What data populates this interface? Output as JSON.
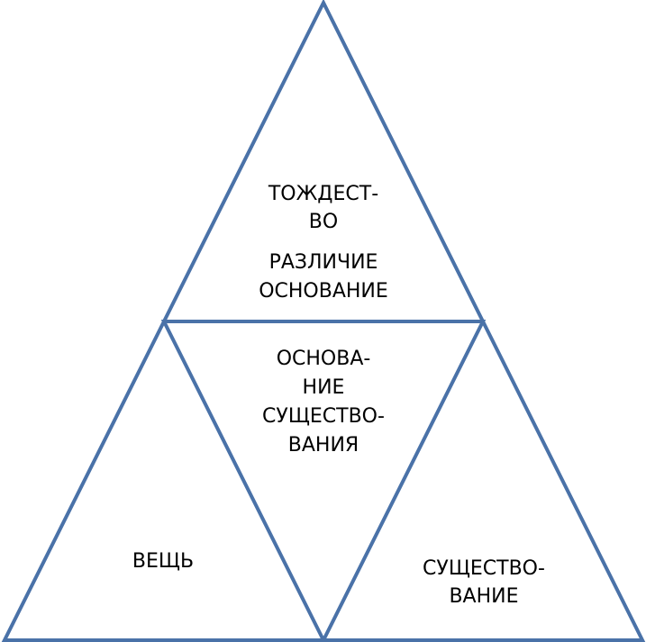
{
  "colors": {
    "edge": "#4a72a8",
    "text": "#000000",
    "background": "#ffffff"
  },
  "labels": {
    "top_1": "ТОЖДЕСТ-",
    "top_2": "ВО",
    "top_3": "РАЗЛИЧИЕ",
    "top_4": "ОСНОВАНИЕ",
    "center_1": "ОСНОВА-",
    "center_2": "НИЕ",
    "center_3": "СУЩЕСТВО-",
    "center_4": "ВАНИЯ",
    "left_1": "ВЕЩЬ",
    "right_1": "СУЩЕСТВО-",
    "right_2": "ВАНИЕ"
  }
}
